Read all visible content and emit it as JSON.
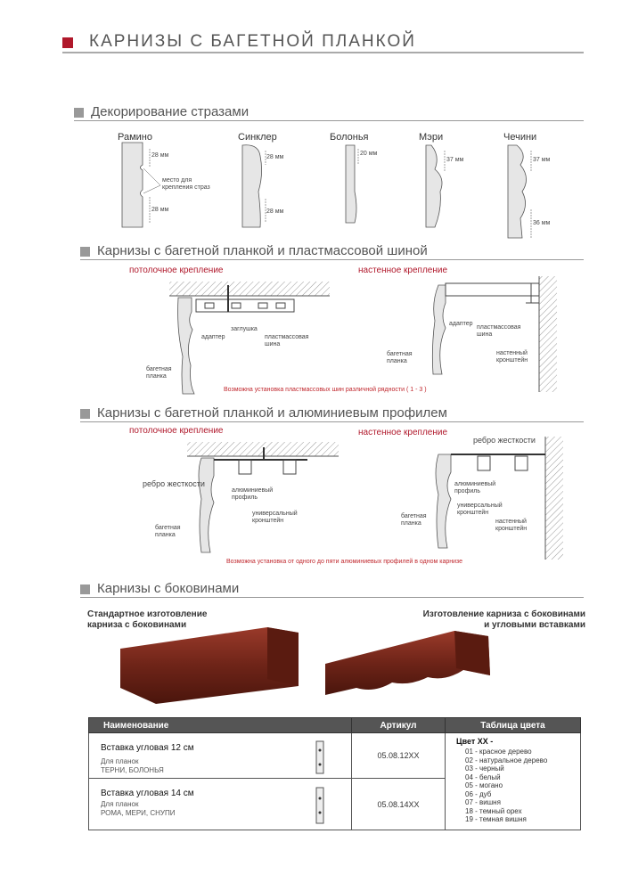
{
  "page_title": "КАРНИЗЫ С БАГЕТНОЙ ПЛАНКОЙ",
  "sections": {
    "decor": {
      "title": "Декорирование стразами",
      "profiles": [
        "Рамино",
        "Синклер",
        "Болонья",
        "Мэри",
        "Чечини"
      ],
      "dims": {
        "d28": "28 мм",
        "d20": "20 мм",
        "d37": "37 мм",
        "d36": "36 мм"
      },
      "mount_place": "место для\nкрепления страз"
    },
    "plastic": {
      "title": "Карнизы с багетной планкой и пластмассовой шиной",
      "ceiling": "потолочное крепление",
      "wall": "настенное крепление",
      "labels": {
        "adapter": "адаптер",
        "cap": "заглушка",
        "plastic_rail": "пластмассовая\nшина",
        "baguette": "багетная\nпланка",
        "wall_bracket": "настенный\nкронштейн"
      },
      "note": "Возможна установка пластмассовых шин различной рядности ( 1 - 3 )"
    },
    "aluminium": {
      "title": "Карнизы с багетной планкой и алюминиевым профилем",
      "ceiling": "потолочное крепление",
      "wall": "настенное крепление",
      "labels": {
        "rib": "ребро жесткости",
        "alu_profile": "алюминиевый\nпрофиль",
        "universal_bracket": "универсальный\nкронштейн",
        "baguette": "багетная\nпланка",
        "wall_bracket": "настенный\nкронштейн"
      },
      "note": "Возможна установка от одного до пяти алюминиевых профилей в одном карнизе"
    },
    "sides": {
      "title": "Карнизы с боковинами",
      "photo1": "Стандартное изготовление\nкарниза с боковинами",
      "photo2": "Изготовление карниза с боковинами\nи угловыми вставками"
    }
  },
  "table": {
    "headers": [
      "Наименование",
      "Артикул",
      "Таблица цвета"
    ],
    "rows": [
      {
        "name": "Вставка угловая 12 см",
        "for": "Для планок",
        "models": "ТЕРНИ, БОЛОНЬЯ",
        "article": "05.08.12XX"
      },
      {
        "name": "Вставка угловая 14 см",
        "for": "Для планок",
        "models": "РОМА, МЕРИ, СНУПИ",
        "article": "05.08.14XX"
      }
    ],
    "color_title": "Цвет XX -",
    "colors": [
      "01  -  красное дерево",
      "02  -  натуральное дерево",
      "03  -  черный",
      "04  -  белый",
      "05  -  могано",
      "06  -  дуб",
      "07  -  вишня",
      "18  -  темный орех",
      "19  -  темная вишня"
    ]
  },
  "colors": {
    "accent": "#b0182b",
    "wood": "#7a2a1e",
    "note_red": "#c0272d"
  }
}
